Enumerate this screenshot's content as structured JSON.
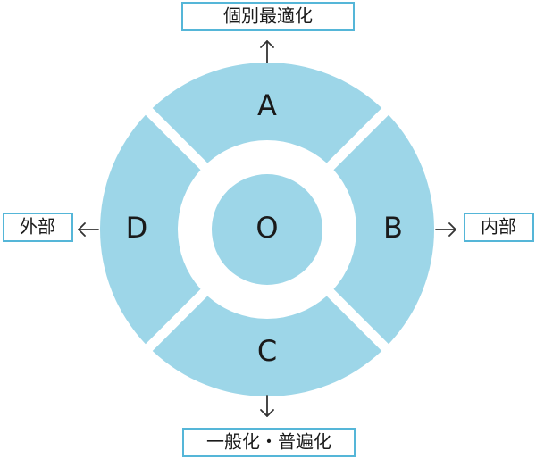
{
  "colors": {
    "segment_fill": "#9dd6e8",
    "box_border": "#55b6d8",
    "arrow": "#333333",
    "text": "#1a1a1a"
  },
  "segments": {
    "top": "A",
    "right": "B",
    "bottom": "C",
    "left": "D",
    "center": "O"
  },
  "boxes": {
    "top": "個別最適化",
    "right": "内部",
    "bottom": "一般化・普遍化",
    "left": "外部"
  }
}
